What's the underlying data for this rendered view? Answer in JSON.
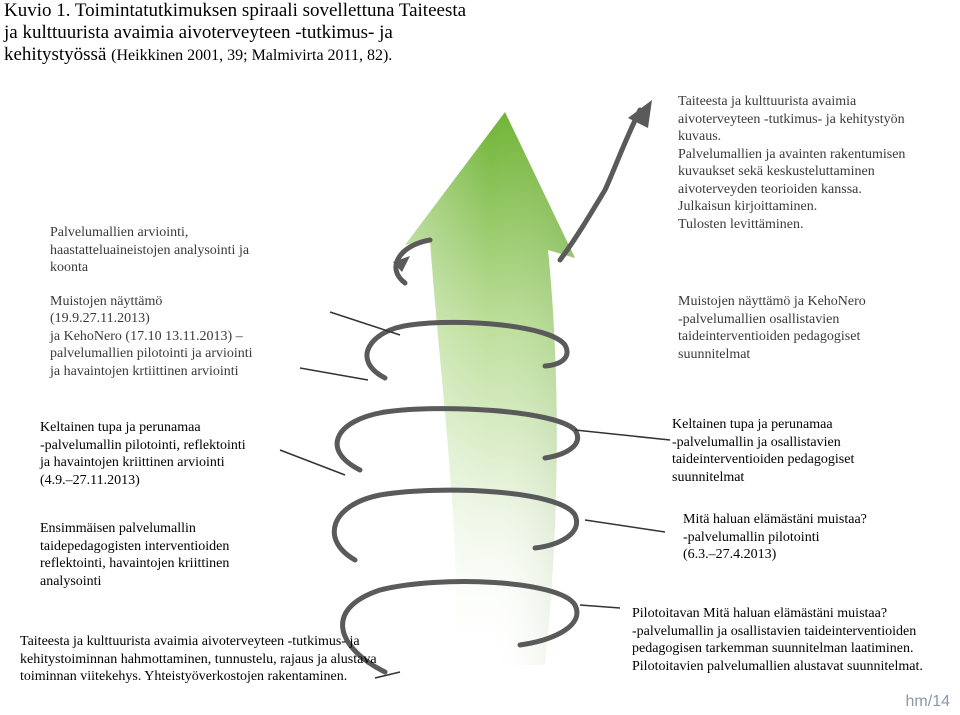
{
  "title": {
    "line1": "Kuvio 1. Toimintatutkimuksen spiraali sovellettuna Taiteesta",
    "line2": "ja kulttuurista avaimia aivoterveyteen -tutkimus- ja",
    "line3_main": "kehitystyössä",
    "line3_cite": "(Heikkinen 2001, 39; Malmivirta 2011, 82)."
  },
  "left": {
    "block1": [
      "Palvelumallien arviointi,",
      "haastatteluaineistojen analysointi ja",
      "koonta"
    ],
    "block1b": [
      "Muistojen näyttämö",
      "(19.9.27.11.2013)",
      "ja KehoNero (17.10 13.11.2013)  –",
      "palvelumallien pilotointi ja arviointi",
      "ja havaintojen krtiittinen arviointi"
    ],
    "block2": [
      "Keltainen tupa ja perunamaa",
      "-palvelumallin pilotointi, reflektointi",
      "ja havaintojen kriittinen arviointi",
      "(4.9.–27.11.2013)"
    ],
    "block3": [
      "Ensimmäisen  palvelumallin",
      "taidepedagogisten interventioiden",
      "reflektointi, havaintojen kriittinen",
      "analysointi"
    ],
    "block4": [
      "Taiteesta ja kulttuurista  avaimia aivoterveyteen -tutkimus- ja",
      "kehitystoiminnan hahmottaminen, tunnustelu, rajaus ja alustava",
      "toiminnan viitekehys. Yhteistyöverkostojen  rakentaminen."
    ]
  },
  "right": {
    "block1": [
      "Taiteesta ja kulttuurista avaimia",
      "aivoterveyteen -tutkimus- ja kehitystyön",
      "kuvaus.",
      "Palvelumallien ja avainten rakentumisen",
      "kuvaukset sekä keskusteluttaminen",
      "aivoterveyden teorioiden kanssa.",
      "Julkaisun  kirjoittaminen.",
      "Tulosten levittäminen."
    ],
    "block2": [
      "Muistojen näyttämö ja KehoNero",
      "-palvelumallien osallistavien",
      "taideinterventioiden pedagogiset",
      "suunnitelmat"
    ],
    "block3": [
      "Keltainen tupa ja perunamaa",
      "-palvelumallin ja osallistavien",
      "taideinterventioiden pedagogiset",
      "suunnitelmat"
    ],
    "block4": [
      "Mitä haluan elämästäni muistaa?",
      "-palvelumallin pilotointi",
      "(6.3.–27.4.2013)"
    ],
    "block5": [
      "Pilotoitavan Mitä haluan elämästäni muistaa?",
      "-palvelumallin  ja osallistavien taideinterventioiden",
      "pedagogisen  tarkemman suunnitelman laatiminen.",
      "Pilotoitavien palvelumallien alustavat suunnitelmat."
    ]
  },
  "page_number": "hm/14",
  "colors": {
    "arrow_top": "#79b83a",
    "arrow_mid": "#c4e2a6",
    "arrow_bottom": "#ffffff",
    "spiral": "#5a5a5a"
  }
}
